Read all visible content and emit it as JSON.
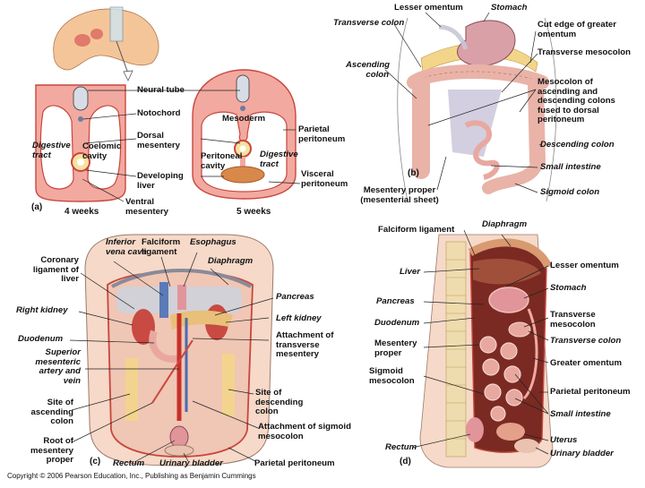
{
  "panel_a": {
    "tag": "(a)",
    "labels": {
      "neural_tube": "Neural tube",
      "notochord": "Notochord",
      "digestive_tract_left": "Digestive tract",
      "coelomic_cavity": "Coelomic cavity",
      "dorsal_mesentery": "Dorsal mesentery",
      "developing_liver": "Developing liver",
      "ventral_mesentery": "Ventral mesentery",
      "mesoderm": "Mesoderm",
      "parietal_peritoneum": "Parietal peritoneum",
      "peritoneal_cavity": "Peritoneal cavity",
      "digestive_tract_right": "Digestive tract",
      "visceral_peritoneum": "Visceral peritoneum",
      "age_left": "4 weeks",
      "age_right": "5 weeks"
    }
  },
  "panel_b": {
    "tag": "(b)",
    "labels": {
      "lesser_omentum": "Lesser omentum",
      "stomach": "Stomach",
      "transverse_colon": "Transverse colon",
      "cut_edge": "Cut edge of greater omentum",
      "transverse_mesocolon": "Transverse mesocolon",
      "ascending_colon": "Ascending colon",
      "mesocolon_fused": "Mesocolon of ascending and descending colons fused to dorsal peritoneum",
      "descending_colon": "Descending colon",
      "small_intestine": "Small intestine",
      "sigmoid_colon": "Sigmoid colon",
      "mesentery_proper": "Mesentery proper (mesenterial sheet)"
    }
  },
  "panel_c": {
    "tag": "(c)",
    "labels": {
      "inferior_vena_cava": "Inferior vena cava",
      "falciform_ligament": "Falciform ligament",
      "esophagus": "Esophagus",
      "diaphragm": "Diaphragm",
      "coronary_ligament": "Coronary ligament of liver",
      "pancreas": "Pancreas",
      "right_kidney": "Right kidney",
      "left_kidney": "Left kidney",
      "duodenum": "Duodenum",
      "attach_transverse": "Attachment of transverse mesentery",
      "superior_mesenteric": "Superior mesenteric artery and vein",
      "site_descending": "Site of descending colon",
      "site_ascending": "Site of ascending colon",
      "attach_sigmoid": "Attachment of sigmoid mesocolon",
      "root_mesentery": "Root of mesentery proper",
      "rectum": "Rectum",
      "urinary_bladder": "Urinary bladder",
      "parietal_peritoneum": "Parietal peritoneum"
    }
  },
  "panel_d": {
    "tag": "(d)",
    "labels": {
      "falciform_ligament": "Falciform ligament",
      "diaphragm": "Diaphragm",
      "liver": "Liver",
      "lesser_omentum": "Lesser omentum",
      "pancreas": "Pancreas",
      "stomach": "Stomach",
      "duodenum": "Duodenum",
      "transverse_mesocolon": "Transverse mesocolon",
      "mesentery_proper": "Mesentery proper",
      "transverse_colon": "Transverse colon",
      "greater_omentum": "Greater omentum",
      "sigmoid_mesocolon": "Sigmoid mesocolon",
      "parietal_peritoneum": "Parietal peritoneum",
      "small_intestine": "Small intestine",
      "rectum": "Rectum",
      "uterus": "Uterus",
      "urinary_bladder": "Urinary bladder"
    }
  },
  "copyright": "Copyright © 2006 Pearson Education, Inc., Publishing as Benjamin Cummings",
  "colors": {
    "tissue_pink": "#f2a9a0",
    "peritoneum_red": "#c9463d",
    "liver_brown": "#a0503a",
    "intestine_pink": "#e8a8a0",
    "fat_yellow": "#f3d58a",
    "bone_tan": "#efdcae",
    "skin": "#f6d9c8"
  }
}
